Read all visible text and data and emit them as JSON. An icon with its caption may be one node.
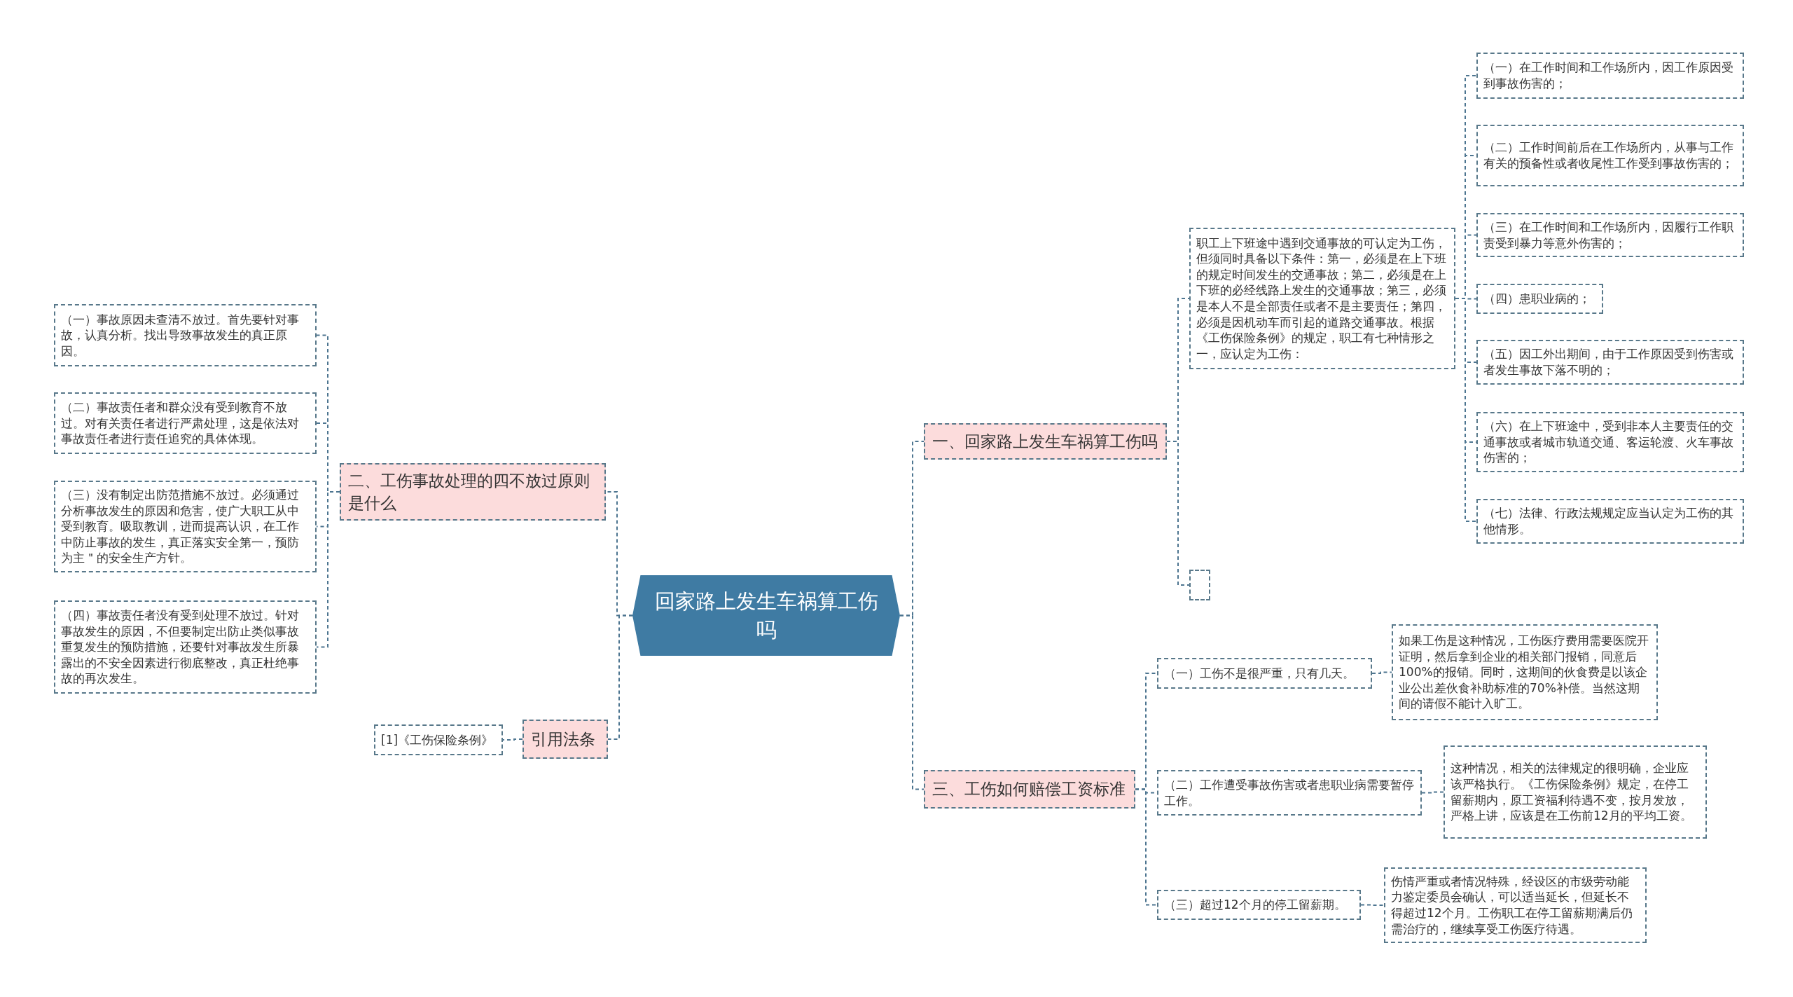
{
  "diagram": {
    "nodes": [
      {
        "text": [
          "回家路上发生车祸算工伤吗"
        ]
      },
      {
        "text": [
          "一、回家路上发生车祸算工伤吗"
        ]
      },
      {
        "text": [
          "职工上下班途中遇到交通事故的可认定为工伤，但须同时具备以下条件：第一，必须是在上下班的规定时间发生的交通事故；第二，必须是在上下班的必经线路上发生的交通事故；第三，必须是本人不是全部责任或者不是主要责任；第四，必须是因机动车而引起的道路交通事故。根据《工伤保险条例》的规定，职工有七种情形之一，应认定为工伤："
        ]
      },
      {
        "text": [
          "（一）在工作时间和工作场所内，因工作原因受到事故伤害的；"
        ]
      },
      {
        "text": [
          "（二）工作时间前后在工作场所内，从事与工作有关的预备性或者收尾性工作受到事故伤害的；"
        ]
      },
      {
        "text": [
          "（三）在工作时间和工作场所内，因履行工作职责受到暴力等意外伤害的；"
        ]
      },
      {
        "text": [
          "（四）患职业病的；"
        ]
      },
      {
        "text": [
          "（五）因工外出期间，由于工作原因受到伤害或者发生事故下落不明的；"
        ]
      },
      {
        "text": [
          "（六）在上下班途中，受到非本人主要责任的交通事故或者城市轨道交通、客运轮渡、火车事故伤害的；"
        ]
      },
      {
        "text": [
          "（七）法律、行政法规规定应当认定为工伤的其他情形。"
        ]
      },
      {
        "text": [],
        "shape": "box"
      },
      {
        "text": [
          "三、工伤如何赔偿工资标准"
        ]
      },
      {
        "text": [
          "（一）工伤不是很严重，只有几天。"
        ]
      },
      {
        "text": [
          "如果工伤是这种情况，工伤医疗费用需要医院开证明，然后拿到企业的相关部门报销，同意后100%的报销。同时，这期间的伙食费是以该企业公出差伙食补助标准的70%补偿。当然这期间的请假不能计入旷工。"
        ]
      },
      {
        "text": [
          "（二）工作遭受事故伤害或者患职业病需要暂停工作。"
        ]
      },
      {
        "text": [
          "这种情况，相关的法律规定的很明确，企业应该严格执行。《工伤保险条例》规定，在停工留薪期内，原工资福利待遇不变，按月发放，严格上讲，应该是在工伤前12月的平均工资。"
        ]
      },
      {
        "text": [
          "（三）超过12个月的停工留薪期。"
        ]
      },
      {
        "text": [
          "伤情严重或者情况特殊，经设区的市级劳动能力鉴定委员会确认，可以适当延长，但延长不得超过12个月。工伤职工在停工留薪期满后仍需治疗的，继续享受工伤医疗待遇。"
        ]
      },
      {
        "text": [
          "二、工伤事故处理的四不放过原则是什么"
        ]
      },
      {
        "text": [
          "（一）事故原因未查清不放过。首先要针对事故，认真分析。找出导致事故发生的真正原因。"
        ]
      },
      {
        "text": [
          "（二）事故责任者和群众没有受到教育不放过。对有关责任者进行严肃处理，这是依法对事故责任者进行责任追究的具体体现。"
        ]
      },
      {
        "text": [
          "（三）没有制定出防范措施不放过。必须通过分析事故发生的原因和危害，使广大职工从中受到教育。吸取教训，进而提高认识，在工作中防止事故的发生，真正落实安全第一，预防为主＂的安全生产方针。"
        ]
      },
      {
        "text": [
          "（四）事故责任者没有受到处理不放过。针对事故发生的原因，不但要制定出防止类似事故重复发生的预防措施，还要针对事故发生所暴露出的不安全因素进行彻底整改，真正杜绝事故的再次发生。"
        ]
      },
      {
        "text": [
          "引用法条"
        ]
      },
      {
        "text": [
          "[1]《工伤保险条例》"
        ]
      }
    ],
    "edges": [
      {
        "from": 0,
        "to": 1,
        "arrow": "none"
      },
      {
        "from": 1,
        "to": 2,
        "arrow": "none"
      },
      {
        "from": 2,
        "to": 3,
        "arrow": "none"
      },
      {
        "from": 2,
        "to": 4,
        "arrow": "none"
      },
      {
        "from": 2,
        "to": 5,
        "arrow": "none"
      },
      {
        "from": 2,
        "to": 6,
        "arrow": "none"
      },
      {
        "from": 2,
        "to": 7,
        "arrow": "none"
      },
      {
        "from": 2,
        "to": 8,
        "arrow": "none"
      },
      {
        "from": 2,
        "to": 9,
        "arrow": "none"
      },
      {
        "from": 1,
        "to": 10,
        "arrow": "none"
      },
      {
        "from": 0,
        "to": 11,
        "arrow": "none"
      },
      {
        "from": 11,
        "to": 12,
        "arrow": "none"
      },
      {
        "from": 12,
        "to": 13,
        "arrow": "none"
      },
      {
        "from": 11,
        "to": 14,
        "arrow": "none"
      },
      {
        "from": 14,
        "to": 15,
        "arrow": "none"
      },
      {
        "from": 11,
        "to": 16,
        "arrow": "none"
      },
      {
        "from": 16,
        "to": 17,
        "arrow": "none"
      },
      {
        "from": 0,
        "to": 18,
        "arrow": "none"
      },
      {
        "from": 18,
        "to": 19,
        "arrow": "none"
      },
      {
        "from": 18,
        "to": 20,
        "arrow": "none"
      },
      {
        "from": 18,
        "to": 21,
        "arrow": "none"
      },
      {
        "from": 18,
        "to": 22,
        "arrow": "none"
      },
      {
        "from": 0,
        "to": 23,
        "arrow": "none"
      },
      {
        "from": 23,
        "to": 24,
        "arrow": "none"
      }
    ]
  }
}
